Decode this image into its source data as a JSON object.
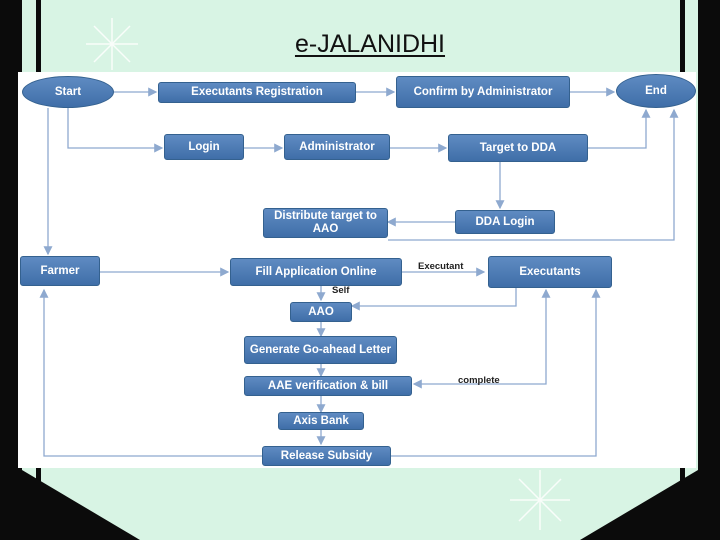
{
  "slide": {
    "title": "e-JALANIDHI"
  },
  "flow": {
    "nodes": {
      "start": "Start",
      "end": "End",
      "exec_reg": "Executants Registration",
      "confirm": "Confirm by Administrator",
      "login": "Login",
      "admin": "Administrator",
      "target_dda": "Target to DDA",
      "dda_login": "DDA Login",
      "distribute": "Distribute target to AAO",
      "farmer": "Farmer",
      "fill_app": "Fill Application Online",
      "executants": "Executants",
      "aao": "AAO",
      "goahead": "Generate Go-ahead Letter",
      "aae": "AAE verification & bill",
      "axis": "Axis Bank",
      "release": "Release Subsidy"
    },
    "labels": {
      "executant": "Executant",
      "self": "Self",
      "complete": "complete"
    }
  },
  "colors": {
    "background": "#d8f4e4",
    "box": "#4a7bb7",
    "connector": "#8ea9cf"
  }
}
